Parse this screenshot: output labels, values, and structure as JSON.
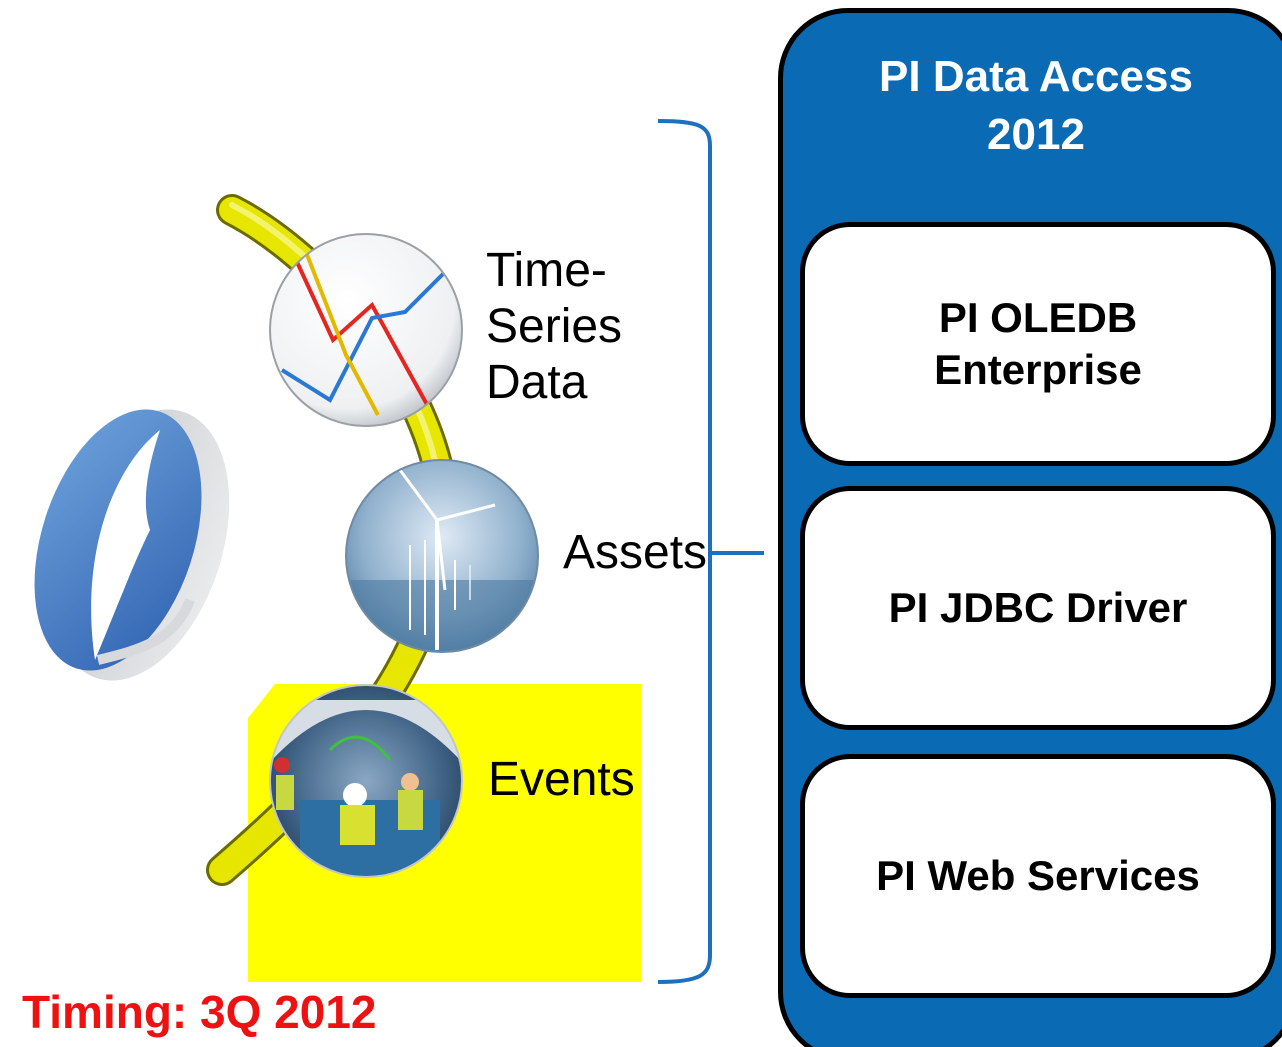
{
  "diagram": {
    "items": [
      {
        "label": "Time-\nSeries\nData",
        "image": "line-chart-thumbnail"
      },
      {
        "label": "Assets",
        "image": "offshore-wind-turbines-photo"
      },
      {
        "label": "Events",
        "image": "technicians-in-turbine-photo"
      }
    ],
    "timing": "Timing: 3Q 2012",
    "logo": "osisoft-pi-logo"
  },
  "panel": {
    "title": "PI Data Access\n2012",
    "products": [
      "PI OLEDB\nEnterprise",
      "PI JDBC Driver",
      "PI Web Services"
    ]
  },
  "colors": {
    "panel_blue": "#0a6ab4",
    "bracket_blue": "#1f6fbf",
    "arc_yellow": "#e6e600",
    "highlight_yellow": "#ffff00",
    "timing_red": "#ee1111"
  }
}
